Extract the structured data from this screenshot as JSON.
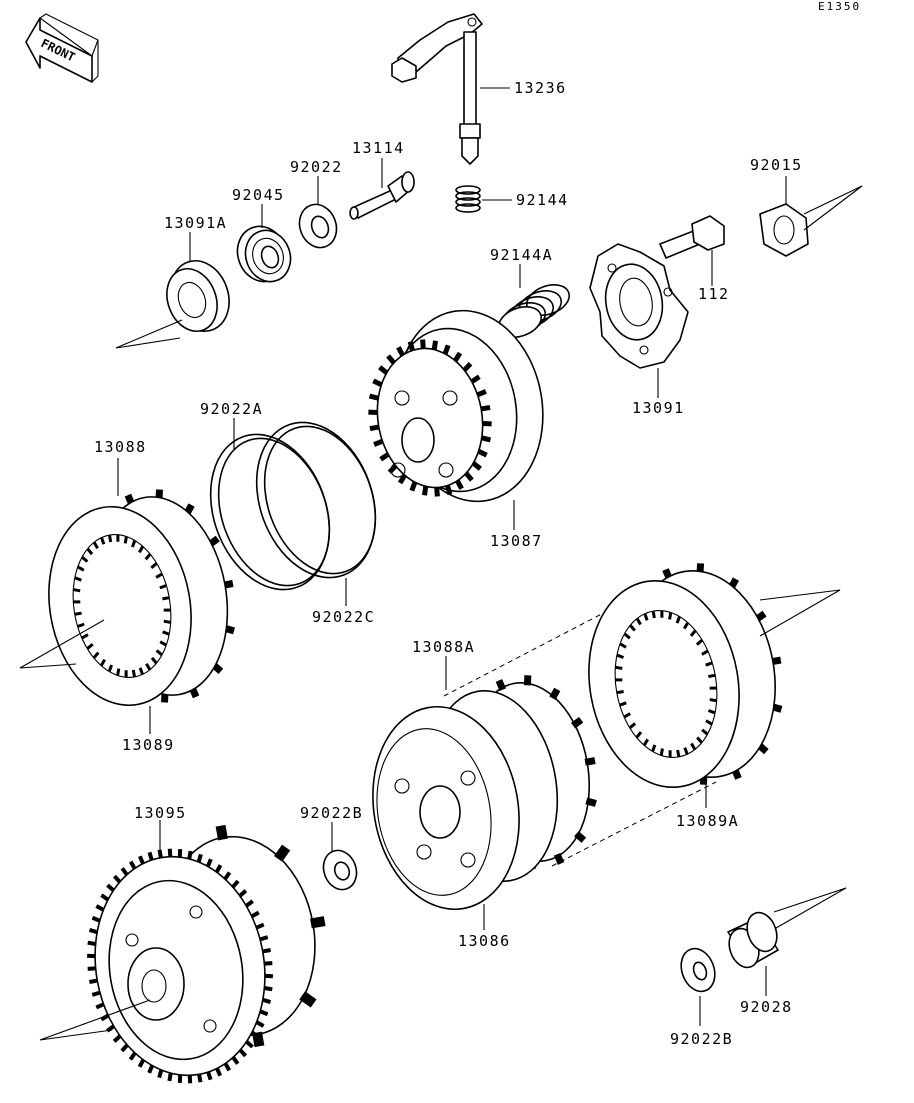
{
  "diagram_code": "E1350",
  "front_badge": "FRONT",
  "parts": {
    "p13236": "13236",
    "p13114": "13114",
    "p92022": "92022",
    "p92144": "92144",
    "p92045": "92045",
    "p92015": "92015",
    "p13091A": "13091A",
    "p92144A": "92144A",
    "p112": "112",
    "p13091": "13091",
    "p92022A": "92022A",
    "p13088": "13088",
    "p13087": "13087",
    "p92022C": "92022C",
    "p13089": "13089",
    "p13088A": "13088A",
    "p13089A": "13089A",
    "p13095": "13095",
    "p92022B_mid": "92022B",
    "p13086": "13086",
    "p92028": "92028",
    "p92022B_bot": "92022B"
  }
}
